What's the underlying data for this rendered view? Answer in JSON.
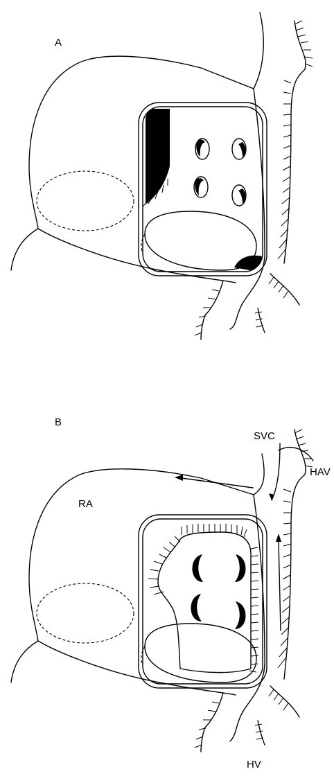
{
  "panels": [
    {
      "label": "A"
    },
    {
      "label": "B"
    }
  ],
  "labels": {
    "svc": "SVC",
    "hav": "HAV",
    "ra": "RA",
    "hv": "HV"
  }
}
